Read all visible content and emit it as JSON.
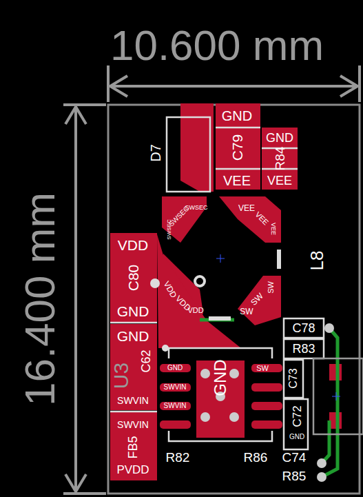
{
  "diagram": {
    "labels": [
      "10.600 mm",
      "16.400 mm",
      "D7",
      "C79",
      "GND",
      "VEE",
      "R84",
      "GND",
      "VEE",
      "SWSEC",
      "SWSEC",
      "SWSEC",
      "VEE",
      "VEE",
      "VEE",
      "VDD",
      "VDD",
      "VDD",
      "SW",
      "SW",
      "SW",
      "L8",
      "VDD",
      "C80",
      "GND",
      "GND",
      "C62",
      "U3",
      "SWVIN",
      "SWVIN",
      "FB5",
      "PVDD",
      "GND",
      "SWVIN",
      "SWVIN",
      "SW",
      "GND",
      "R82",
      "R86",
      "C74",
      "R85",
      "C78",
      "R83",
      "C73",
      "C72",
      "GND"
    ]
  }
}
